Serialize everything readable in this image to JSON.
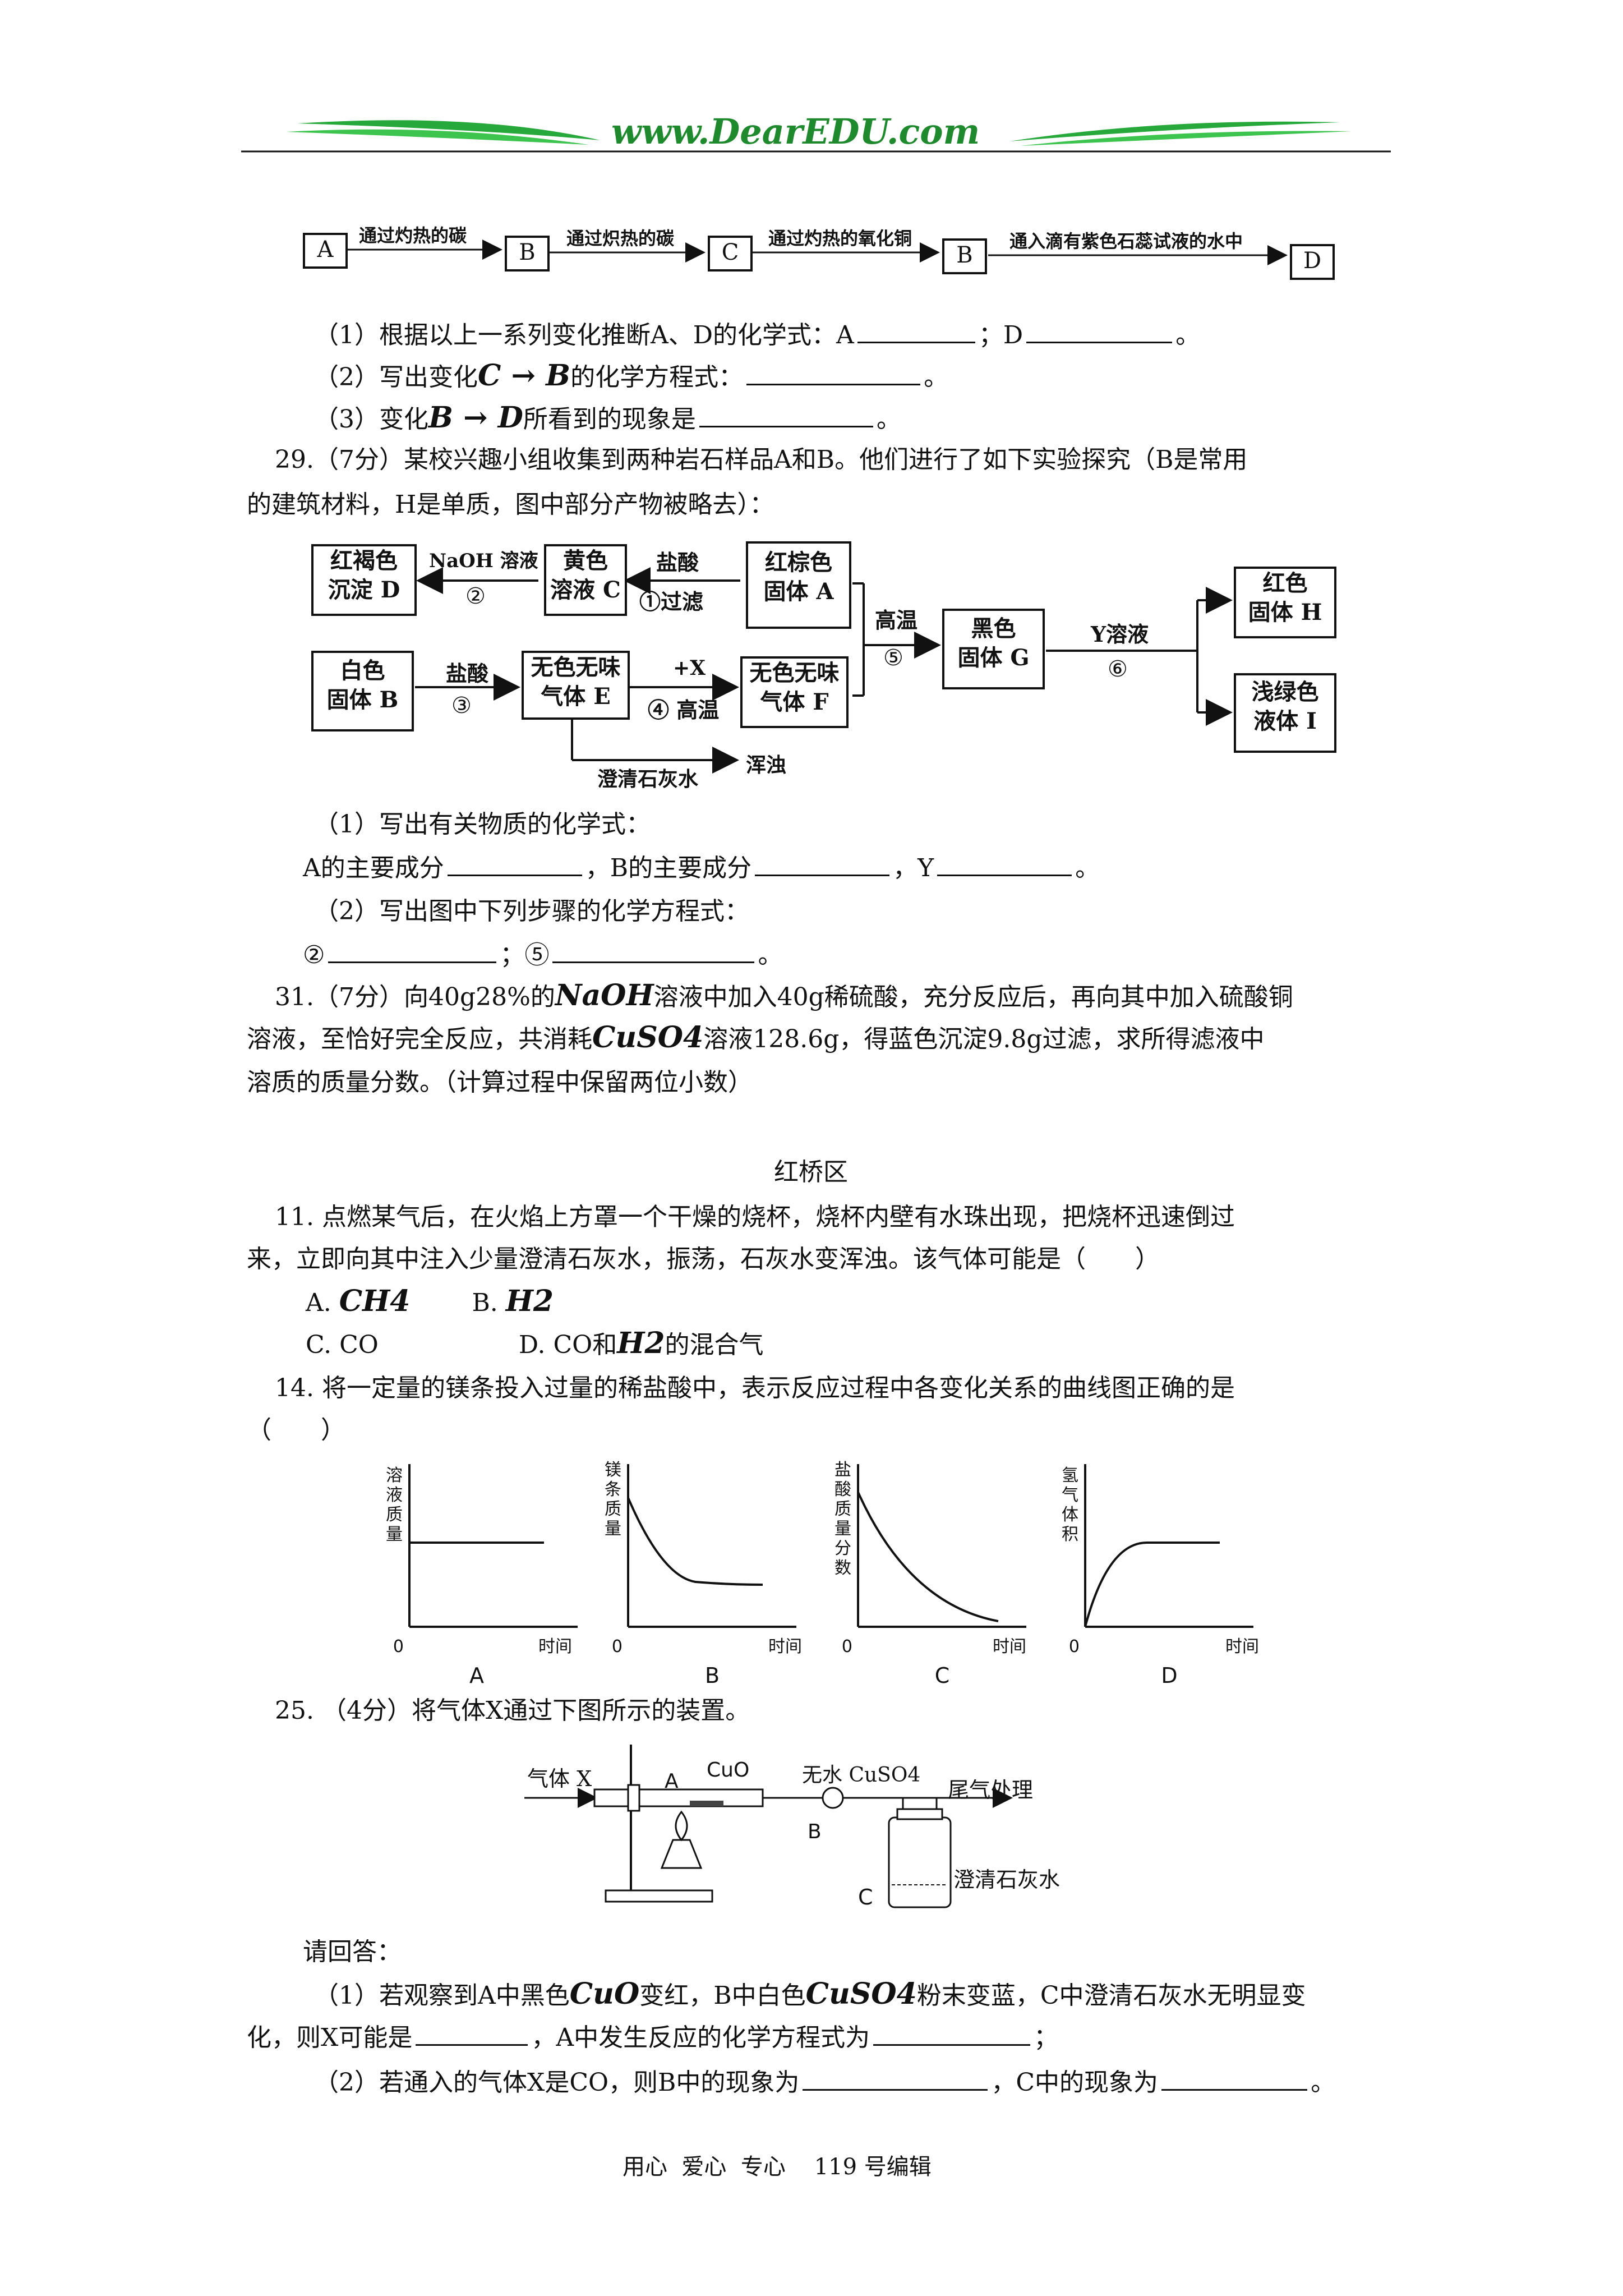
{
  "header": {
    "site": "www.DearEDU.com"
  },
  "chain": {
    "boxes": [
      "A",
      "B",
      "C",
      "B",
      "D"
    ],
    "arrows": [
      "通过灼热的碳",
      "通过炽热的碳",
      "通过灼热的氧化铜",
      "通入滴有紫色石蕊试液的水中"
    ]
  },
  "q28": {
    "l1_a": "（1）根据以上一系列变化推断A、D的化学式：A",
    "l1_b": "；D",
    "l1_c": "。",
    "l2_a": "（2）写出变化",
    "l2_eq": "C → B",
    "l2_b": "的化学方程式：",
    "l2_c": "。",
    "l3_a": "（3）变化",
    "l3_eq": "B → D",
    "l3_b": "所看到的现象是",
    "l3_c": "。"
  },
  "q29": {
    "l1": "29.（7分）某校兴趣小组收集到两种岩石样品A和B。他们进行了如下实验探究（B是常用",
    "l2": "的建筑材料，H是单质，图中部分产物被略去）：",
    "diagram": {
      "red_precip": [
        "红褐色",
        "沉淀 D"
      ],
      "yellow_sol": [
        "黄色",
        "溶液 C"
      ],
      "red_solid_a": [
        "红棕色",
        "固体 A"
      ],
      "white_solid_b": [
        "白色",
        "固体 B"
      ],
      "gas_e": [
        "无色无味",
        "气体 E"
      ],
      "gas_f": [
        "无色无味",
        "气体 F"
      ],
      "black_solid_g": [
        "黑色",
        "固体 G"
      ],
      "red_solid_h": [
        "红色",
        "固体 H"
      ],
      "green_liquid_i": [
        "浅绿色",
        "液体 I"
      ],
      "naoh": "NaOH 溶液",
      "step2": "②",
      "hcl1": "盐酸",
      "filter": "①过滤",
      "hcl2": "盐酸",
      "step3": "③",
      "plus_x": "+X",
      "high_temp4": "④ 高温",
      "high_temp5": "高温",
      "step5": "⑤",
      "y_sol": "Y溶液",
      "step6": "⑥",
      "limewater": "澄清石灰水",
      "turbid": "浑浊"
    },
    "p1": "（1）写出有关物质的化学式：",
    "p2_a": "A的主要成分",
    "p2_b": "，B的主要成分",
    "p2_c": "，Y",
    "p2_d": "。",
    "p3": "（2）写出图中下列步骤的化学方程式：",
    "p4_a": "②",
    "p4_b": "；⑤",
    "p4_c": "。"
  },
  "q31": {
    "l1_a": "31.（7分）向40g28%的",
    "l1_f": "NaOH",
    "l1_b": "溶液中加入40g稀硫酸，充分反应后，再向其中加入硫酸铜",
    "l2_a": "溶液，至恰好完全反应，共消耗",
    "l2_f": "CuSO4",
    "l2_b": "溶液128.6g，得蓝色沉淀9.8g过滤，求所得滤液中",
    "l3": "溶质的质量分数。（计算过程中保留两位小数）"
  },
  "section": "红桥区",
  "q11": {
    "l1": "11. 点燃某气后，在火焰上方罩一个干燥的烧杯，烧杯内壁有水珠出现，把烧杯迅速倒过",
    "l2": "来，立即向其中注入少量澄清石灰水，振荡，石灰水变浑浊。该气体可能是（　　）",
    "optA": "A.",
    "optA_f": "CH4",
    "optB": "B.",
    "optB_f": "H2",
    "optC": "C. CO",
    "optD": "D. CO和",
    "optD_f": "H2",
    "optD_t": "的混合气"
  },
  "q14": {
    "l1": "14. 将一定量的镁条投入过量的稀盐酸中，表示反应过程中各变化关系的曲线图正确的是",
    "l2": "（　　）",
    "graphs": [
      {
        "ylabel": [
          "溶",
          "液",
          "质",
          "量"
        ],
        "xlabel": "时间",
        "origin": "0",
        "caption": "A"
      },
      {
        "ylabel": [
          "镁",
          "条",
          "质",
          "量"
        ],
        "xlabel": "时间",
        "origin": "0",
        "caption": "B"
      },
      {
        "ylabel": [
          "盐",
          "酸",
          "质",
          "量",
          "分",
          "数"
        ],
        "xlabel": "时间",
        "origin": "0",
        "caption": "C"
      },
      {
        "ylabel": [
          "氢",
          "气",
          "体",
          "积"
        ],
        "xlabel": "时间",
        "origin": "0",
        "caption": "D"
      }
    ]
  },
  "q25": {
    "l1": "25. （4分）将气体X通过下图所示的装置。",
    "apparatus": {
      "gas_x": "气体 X",
      "label_a": "A",
      "cuo": "CuO",
      "anhydrous": "无水 CuSO4",
      "label_b": "B",
      "tail": "尾气处理",
      "label_c": "C",
      "limewater": "澄清石灰水"
    },
    "l2": "请回答：",
    "l3_a": "（1）若观察到A中黑色",
    "l3_f1": "CuO",
    "l3_b": "变红，B中白色",
    "l3_f2": "CuSO4",
    "l3_c": "粉末变蓝，C中澄清石灰水无明显变",
    "l4_a": "化，则X可能是",
    "l4_b": "，A中发生反应的化学方程式为",
    "l4_c": "；",
    "l5_a": "（2）若通入的气体X是CO，则B中的现象为",
    "l5_b": "，C中的现象为",
    "l5_c": "。"
  },
  "footer": "用心  爱心  专心    119 号编辑"
}
